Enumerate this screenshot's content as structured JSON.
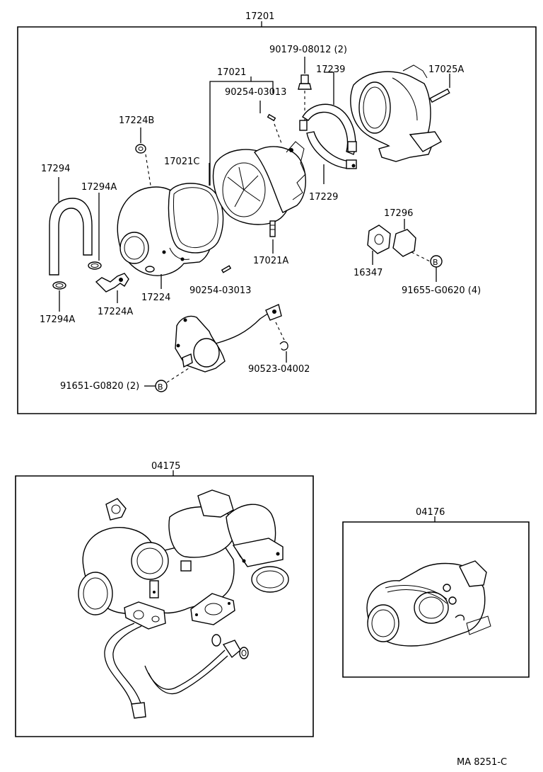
{
  "labels": {
    "assembly_main": "17201",
    "bolt_top": "90179-08012 (2)",
    "cartridge": "17021",
    "pin_top": "90254-03013",
    "clamp_top": "17239",
    "stud_housing": "17025A",
    "plug": "17224B",
    "compressor_housing": "17021C",
    "hose": "17294",
    "hose_clip_upper": "17294A",
    "clamp_bottom": "17229",
    "cover": "17296",
    "stud_center": "17021A",
    "gasket_cover": "16347",
    "elbow": "17224",
    "hose_clip_lower": "17294A",
    "union": "17224A",
    "pin_bottom": "90254-03013",
    "bolt_cover": "91655-G0620 (4)",
    "clip": "90523-04002",
    "bolt_actuator": "91651-G0820 (2)",
    "marker_b1": "B",
    "marker_b2": "B",
    "assembly_kit": "04175",
    "assembly_sub": "04176",
    "figure_code": "MA 8251-C"
  }
}
